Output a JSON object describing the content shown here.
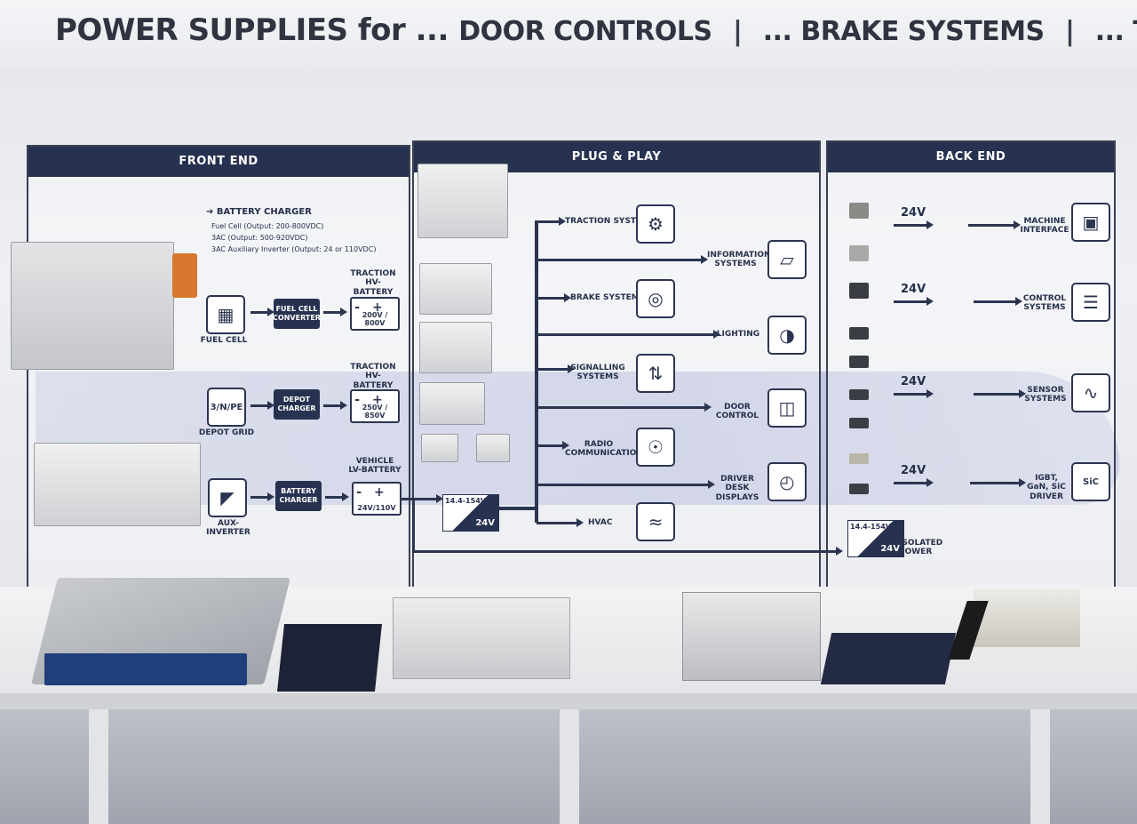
{
  "banner": {
    "lead": "POWER SUPPLIES for ...",
    "items": [
      "DOOR CONTROLS",
      "... BRAKE SYSTEMS",
      "... TRACTION SY"
    ],
    "separator": "|"
  },
  "front_end": {
    "title": "FRONT END",
    "battery_charger_title": "BATTERY CHARGER",
    "battery_charger_lines": [
      "Fuel Cell (Output: 200-800VDC)",
      "3AC (Output: 500-920VDC)",
      "3AC Auxiliary Inverter (Output: 24 or 110VDC)"
    ],
    "fuel_cell_label": "FUEL CELL",
    "fuel_cell_converter": "FUEL CELL CONVERTER",
    "traction_battery_1": "TRACTION HV-BATTERY",
    "traction_battery_1_voltage": "200V / 800V",
    "three_n_pe": "3/N/PE",
    "depot_grid": "DEPOT GRID",
    "depot_charger": "DEPOT CHARGER",
    "traction_battery_2": "TRACTION HV-BATTERY",
    "traction_battery_2_voltage": "250V / 850V",
    "aux_inverter": "AUX-INVERTER",
    "battery_charger_box": "BATTERY CHARGER",
    "vehicle_battery": "VEHICLE LV-BATTERY",
    "vehicle_battery_voltage": "24V/110V"
  },
  "plug_play": {
    "title": "PLUG & PLAY",
    "converter_in": "14.4-154V",
    "converter_out": "24V",
    "targets": [
      "TRACTION SYSTEMS",
      "INFORMATION SYSTEMS",
      "BRAKE SYSTEMS",
      "LIGHTING",
      "SIGNALLING SYSTEMS",
      "DOOR CONTROL",
      "RADIO COMMUNICATION",
      "DRIVER DESK DISPLAYS",
      "HVAC"
    ]
  },
  "back_end": {
    "title": "BACK END",
    "voltage": "24V",
    "targets": [
      "MACHINE INTERFACE",
      "CONTROL SYSTEMS",
      "SENSOR SYSTEMS",
      "IGBT, GaN, SiC DRIVER"
    ],
    "isolated_in": "14.4-154V",
    "isolated_out": "24V",
    "isolated_label": "ISOLATED POWER",
    "sic_label": "SiC"
  },
  "colors": {
    "navy": "#26324f",
    "wall": "#e6e8ee"
  }
}
